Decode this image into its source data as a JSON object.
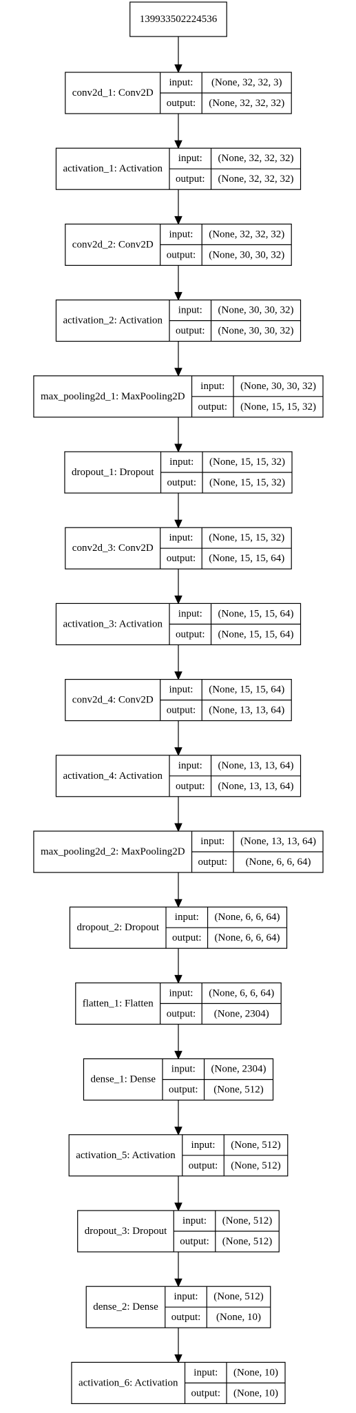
{
  "diagram": {
    "input_node": {
      "label": "139933502224536"
    },
    "io_labels": {
      "input": "input:",
      "output": "output:"
    },
    "layers": [
      {
        "name": "conv2d_1: Conv2D",
        "input": "(None, 32, 32, 3)",
        "output": "(None, 32, 32, 32)"
      },
      {
        "name": "activation_1: Activation",
        "input": "(None, 32, 32, 32)",
        "output": "(None, 32, 32, 32)"
      },
      {
        "name": "conv2d_2: Conv2D",
        "input": "(None, 32, 32, 32)",
        "output": "(None, 30, 30, 32)"
      },
      {
        "name": "activation_2: Activation",
        "input": "(None, 30, 30, 32)",
        "output": "(None, 30, 30, 32)"
      },
      {
        "name": "max_pooling2d_1: MaxPooling2D",
        "input": "(None, 30, 30, 32)",
        "output": "(None, 15, 15, 32)"
      },
      {
        "name": "dropout_1: Dropout",
        "input": "(None, 15, 15, 32)",
        "output": "(None, 15, 15, 32)"
      },
      {
        "name": "conv2d_3: Conv2D",
        "input": "(None, 15, 15, 32)",
        "output": "(None, 15, 15, 64)"
      },
      {
        "name": "activation_3: Activation",
        "input": "(None, 15, 15, 64)",
        "output": "(None, 15, 15, 64)"
      },
      {
        "name": "conv2d_4: Conv2D",
        "input": "(None, 15, 15, 64)",
        "output": "(None, 13, 13, 64)"
      },
      {
        "name": "activation_4: Activation",
        "input": "(None, 13, 13, 64)",
        "output": "(None, 13, 13, 64)"
      },
      {
        "name": "max_pooling2d_2: MaxPooling2D",
        "input": "(None, 13, 13, 64)",
        "output": "(None, 6, 6, 64)"
      },
      {
        "name": "dropout_2: Dropout",
        "input": "(None, 6, 6, 64)",
        "output": "(None, 6, 6, 64)"
      },
      {
        "name": "flatten_1: Flatten",
        "input": "(None, 6, 6, 64)",
        "output": "(None, 2304)"
      },
      {
        "name": "dense_1: Dense",
        "input": "(None, 2304)",
        "output": "(None, 512)"
      },
      {
        "name": "activation_5: Activation",
        "input": "(None, 512)",
        "output": "(None, 512)"
      },
      {
        "name": "dropout_3: Dropout",
        "input": "(None, 512)",
        "output": "(None, 512)"
      },
      {
        "name": "dense_2: Dense",
        "input": "(None, 512)",
        "output": "(None, 10)"
      },
      {
        "name": "activation_6: Activation",
        "input": "(None, 10)",
        "output": "(None, 10)"
      }
    ]
  }
}
